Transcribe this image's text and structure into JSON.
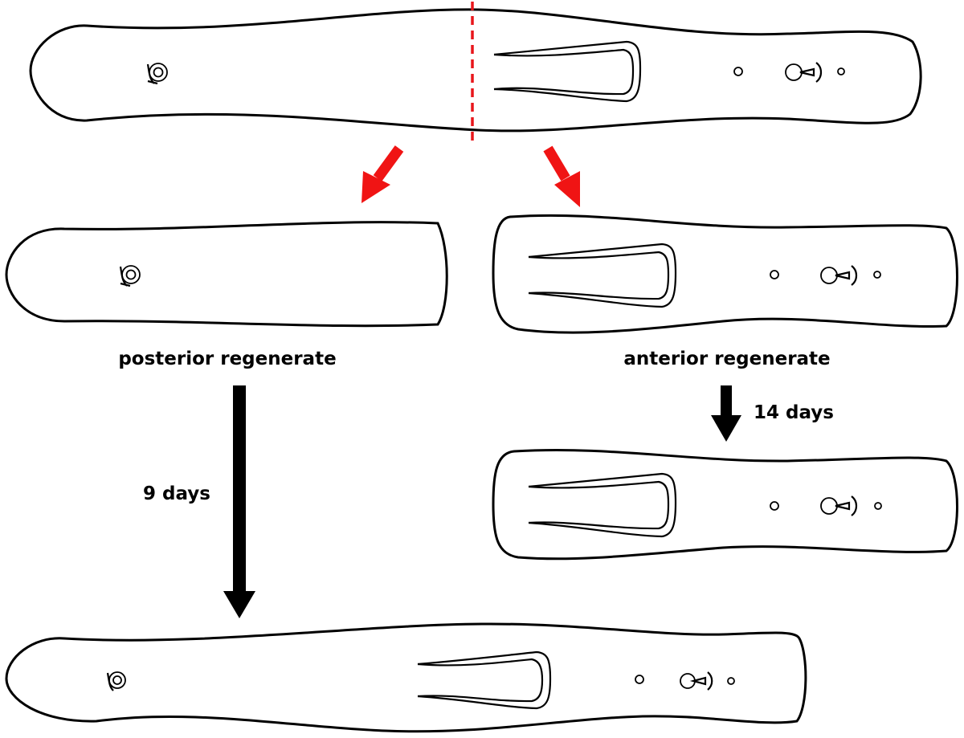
{
  "labels": {
    "posterior": "posterior regenerate",
    "anterior": "anterior regenerate",
    "posterior_time": "9 days",
    "anterior_time": "14 days"
  },
  "colors": {
    "cut_line": "#e8161b",
    "cut_arrows": "#f01414",
    "outline": "#000000",
    "time_arrows": "#000000"
  },
  "icons": [
    "eye-icon",
    "pharynx-icon",
    "pore-icon",
    "copulatory-organ-icon"
  ]
}
